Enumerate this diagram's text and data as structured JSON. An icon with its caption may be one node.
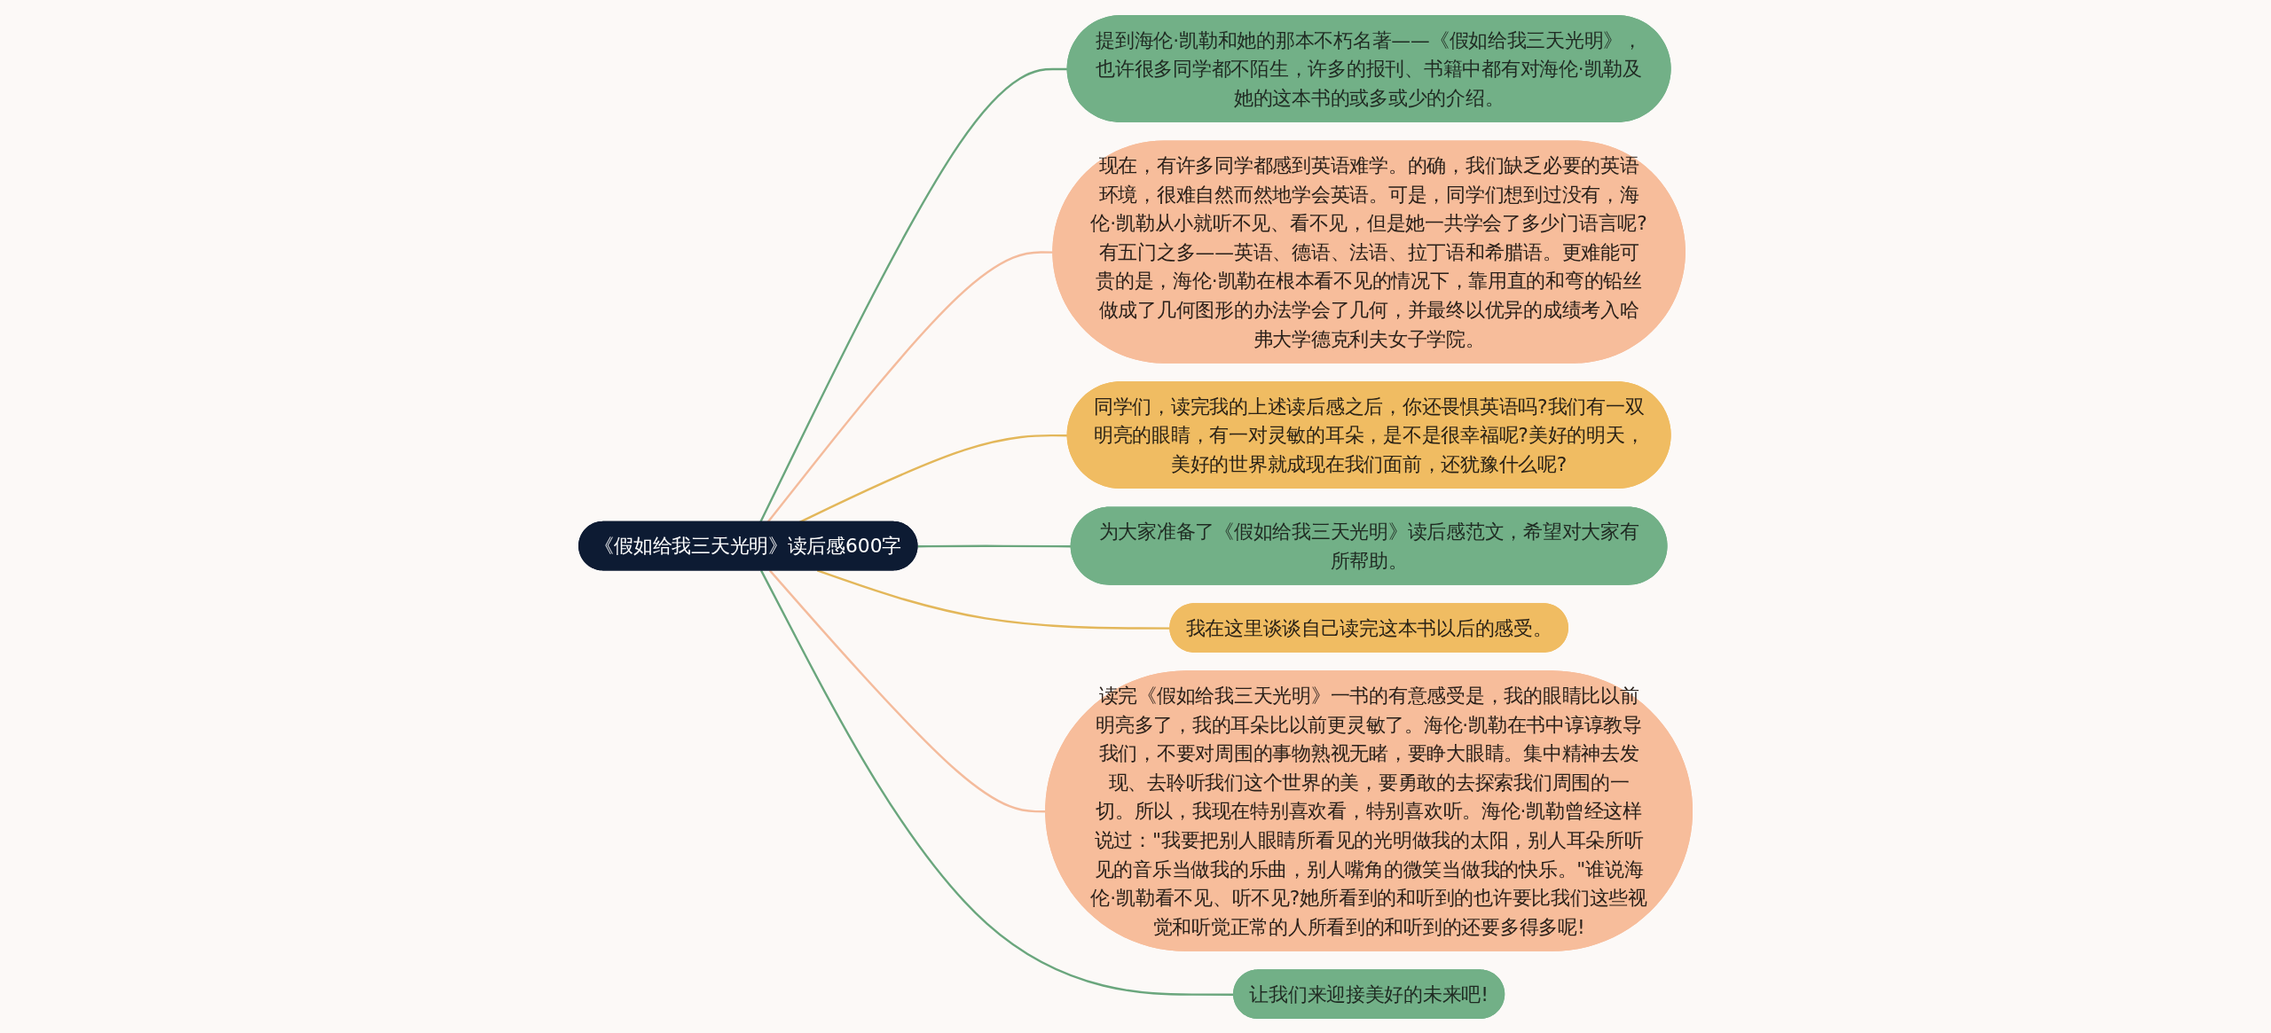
{
  "diagram": {
    "nodes": [
      {
        "text": [
          "《假如给我三天光明》读后感600字"
        ]
      },
      {
        "text": [
          "提到海伦·凯勒和她的那本不朽名著——《假如给我三天光明》，也许很多同学都不陌生，许多的报刊、书籍中都有对海伦·凯勒及她的这本书的或多或少的介绍。"
        ]
      },
      {
        "text": [
          "现在，有许多同学都感到英语难学。的确，我们缺乏必要的英语环境，很难自然而然地学会英语。可是，同学们想到过没有，海伦·凯勒从小就听不见、看不见，但是她一共学会了多少门语言呢?有五门之多——英语、德语、法语、拉丁语和希腊语。更难能可贵的是，海伦·凯勒在根本看不见的情况下，靠用直的和弯的铅丝做成了几何图形的办法学会了几何，并最终以优异的成绩考入哈弗大学德克利夫女子学院。"
        ]
      },
      {
        "text": [
          "同学们，读完我的上述读后感之后，你还畏惧英语吗?我们有一双明亮的眼睛，有一对灵敏的耳朵，是不是很幸福呢?美好的明天，美好的世界就成现在我们面前，还犹豫什么呢?"
        ]
      },
      {
        "text": [
          "为大家准备了《假如给我三天光明》读后感范文，希望对大家有所帮助。"
        ]
      },
      {
        "text": [
          "我在这里谈谈自己读完这本书以后的感受。"
        ]
      },
      {
        "text": [
          "读完《假如给我三天光明》一书的有意感受是，我的眼睛比以前明亮多了，我的耳朵比以前更灵敏了。海伦·凯勒在书中谆谆教导我们，不要对周围的事物熟视无睹，要睁大眼睛。集中精神去发现、去聆听我们这个世界的美，要勇敢的去探索我们周围的一切。所以，我现在特别喜欢看，特别喜欢听。海伦·凯勒曾经这样说过：\"我要把别人眼睛所看见的光明做我的太阳，别人耳朵所听见的音乐当做我的乐曲，别人嘴角的微笑当做我的快乐。\"谁说海伦·凯勒看不见、听不见?她所看到的和听到的也许要比我们这些视觉和听觉正常的人所看到的和听到的还要多得多呢!"
        ]
      },
      {
        "text": [
          "让我们来迎接美好的未来吧!"
        ]
      }
    ],
    "edges": [
      {
        "from": 0,
        "to": 1,
        "arrow": "none"
      },
      {
        "from": 0,
        "to": 2,
        "arrow": "none",
        "color": "#f4bb9c"
      },
      {
        "from": 0,
        "to": 3,
        "arrow": "none",
        "color": "#e3b75a"
      },
      {
        "from": 0,
        "to": 4,
        "arrow": "none"
      },
      {
        "from": 0,
        "to": 5,
        "arrow": "none",
        "color": "#e3b75a"
      },
      {
        "from": 0,
        "to": 6,
        "arrow": "none",
        "color": "#f4bb9c"
      },
      {
        "from": 0,
        "to": 7,
        "arrow": "none"
      }
    ]
  }
}
